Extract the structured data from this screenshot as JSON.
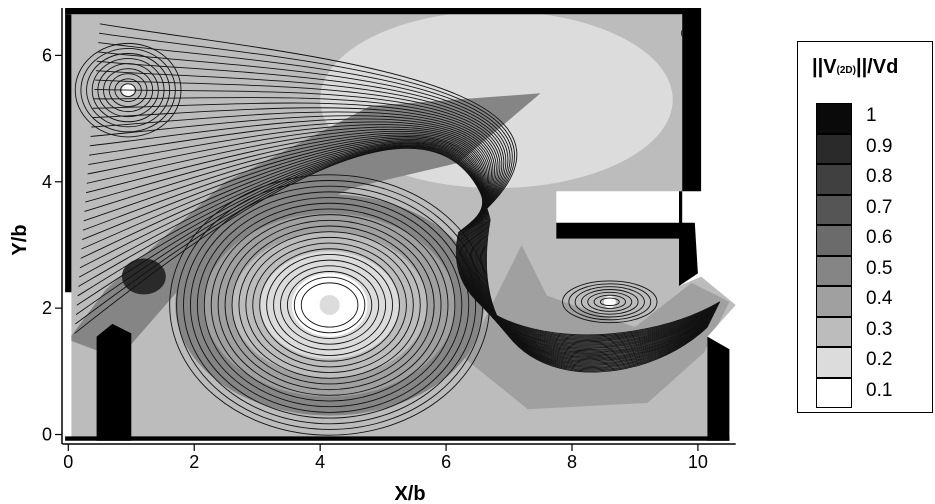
{
  "chart_data": {
    "type": "heatmap",
    "title": "",
    "xlabel": "X/b",
    "ylabel": "Y/b",
    "xlim": [
      -0.1,
      10.7
    ],
    "ylim": [
      -0.15,
      6.75
    ],
    "x_ticks": [
      0,
      2,
      4,
      6,
      8,
      10
    ],
    "y_ticks": [
      0,
      2,
      4,
      6
    ],
    "x_tick_labels": [
      "0",
      "2",
      "4",
      "6",
      "8",
      "10"
    ],
    "y_tick_labels": [
      "0",
      "2",
      "4",
      "6"
    ],
    "colorbar": {
      "title": "||V",
      "title_subscript": "(2D)",
      "title_suffix": "||/Vd",
      "levels": [
        1,
        0.9,
        0.8,
        0.7,
        0.6,
        0.5,
        0.4,
        0.3,
        0.2,
        0.1
      ],
      "labels": [
        "1",
        "0.9",
        "0.8",
        "0.7",
        "0.6",
        "0.5",
        "0.4",
        "0.3",
        "0.2",
        "0.1"
      ],
      "colors": [
        "#0a0a0a",
        "#2a2a2a",
        "#404040",
        "#555555",
        "#6b6b6b",
        "#858585",
        "#a0a0a0",
        "#bcbcbc",
        "#dcdcdc",
        "#ffffff"
      ]
    },
    "vortices": [
      {
        "x": 0.95,
        "y": 5.45,
        "level": 0.1
      },
      {
        "x": 4.15,
        "y": 2.05,
        "level": 0.2
      },
      {
        "x": 8.6,
        "y": 2.1,
        "level": 0.1
      },
      {
        "x": 9.9,
        "y": 6.35,
        "level": 0.1
      }
    ],
    "high_speed_zone": {
      "x": 1.2,
      "y": 2.5,
      "level": 0.9
    }
  }
}
